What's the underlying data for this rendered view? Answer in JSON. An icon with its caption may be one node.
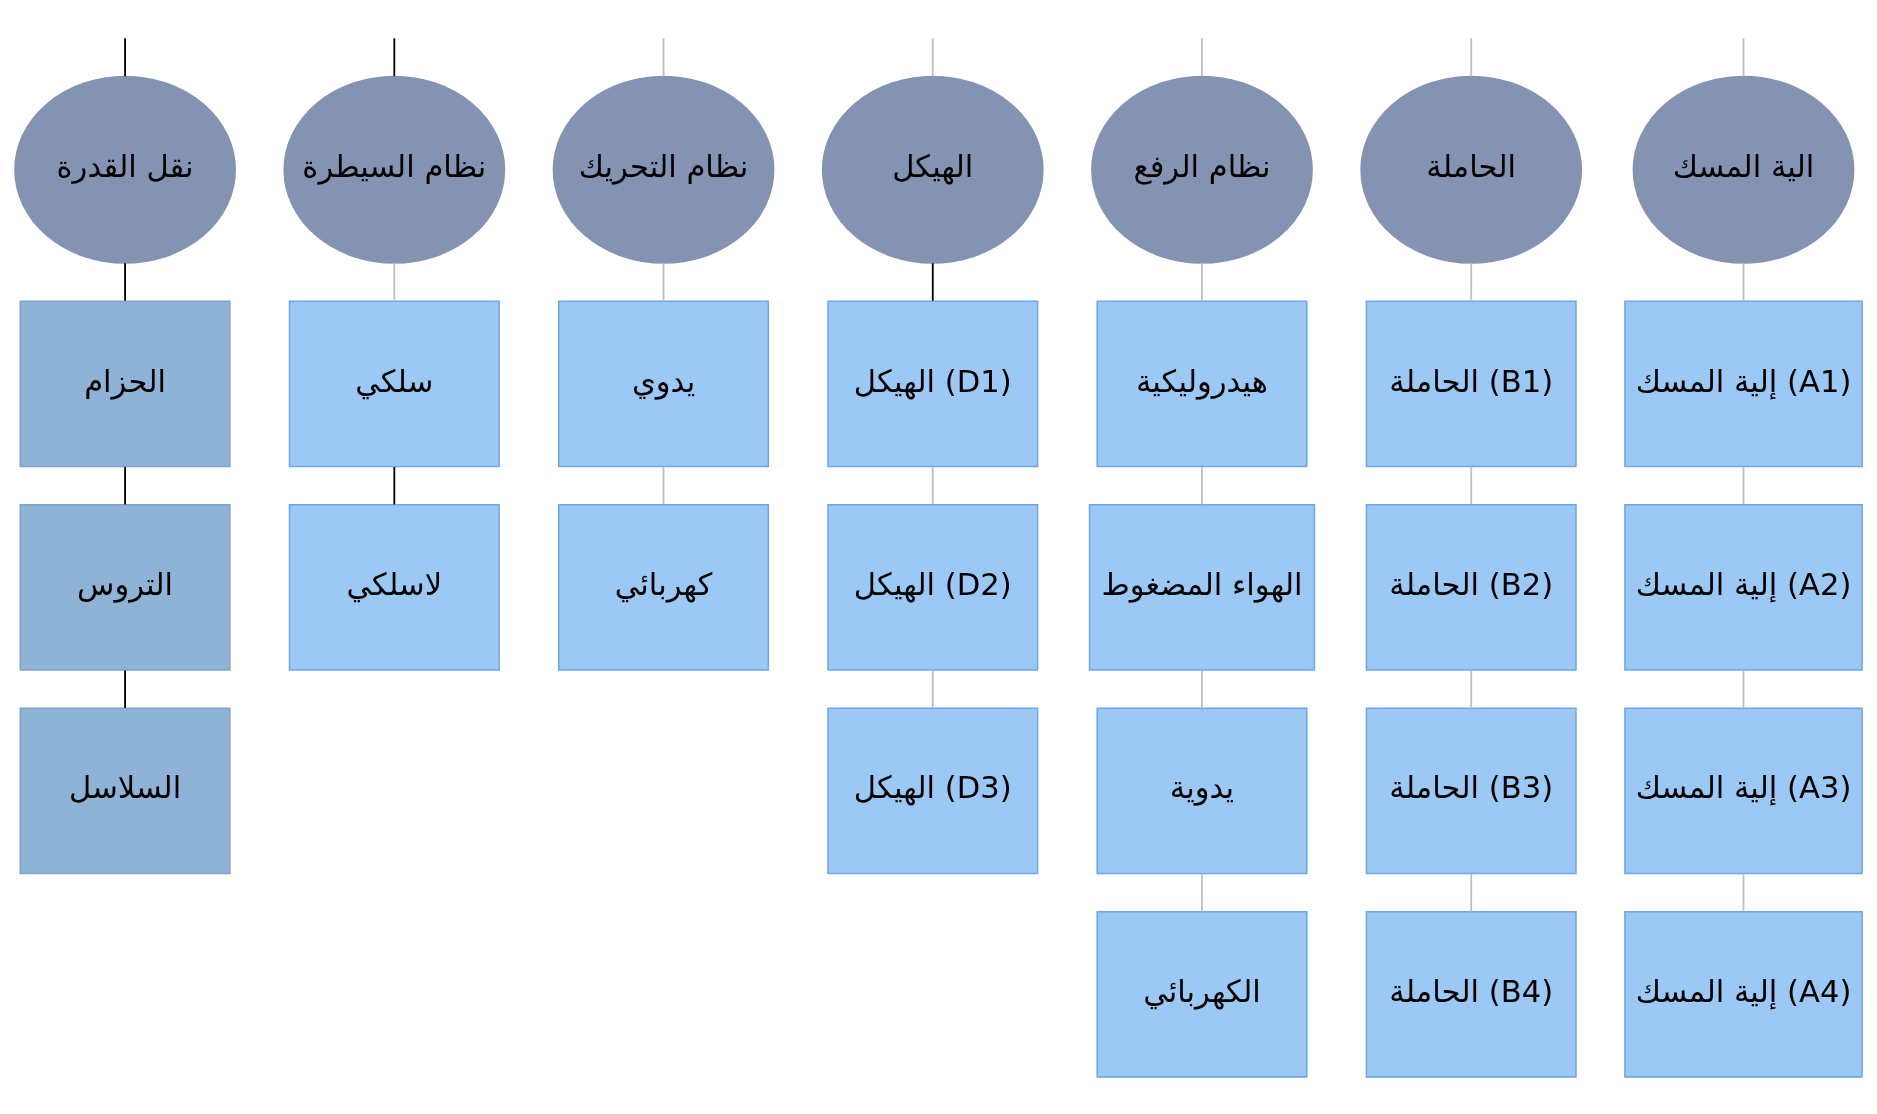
{
  "diagram": {
    "nodes": [
      {
        "text": [
          "نقل القدرة"
        ]
      },
      {
        "text": [
          "الحزام"
        ]
      },
      {
        "text": [
          "التروس"
        ]
      },
      {
        "text": [
          "السلاسل"
        ]
      },
      {
        "text": [
          "نظام السيطرة"
        ]
      },
      {
        "text": [
          "سلكي"
        ]
      },
      {
        "text": [
          "لاسلكي"
        ]
      },
      {
        "text": [
          "نظام التحريك"
        ]
      },
      {
        "text": [
          "يدوي"
        ]
      },
      {
        "text": [
          "كهربائي"
        ]
      },
      {
        "text": [
          "الهيكل"
        ]
      },
      {
        "text": [
          "الهيكل (D1)"
        ]
      },
      {
        "text": [
          "الهيكل (D2)"
        ]
      },
      {
        "text": [
          "الهيكل (D3)"
        ]
      },
      {
        "text": [
          "نظام الرفع"
        ]
      },
      {
        "text": [
          "هيدروليكية"
        ]
      },
      {
        "text": [
          "الهواء المضغوط"
        ]
      },
      {
        "text": [
          "يدوية"
        ]
      },
      {
        "text": [
          "الكهربائي"
        ]
      },
      {
        "text": [
          "الحاملة"
        ]
      },
      {
        "text": [
          "الحاملة (B1)"
        ]
      },
      {
        "text": [
          "الحاملة (B2)"
        ]
      },
      {
        "text": [
          "الحاملة (B3)"
        ]
      },
      {
        "text": [
          "الحاملة (B4)"
        ]
      },
      {
        "text": [
          "الية المسك"
        ]
      },
      {
        "text": [
          "إلية المسك (A1)"
        ]
      },
      {
        "text": [
          "إلية المسك (A2)"
        ]
      },
      {
        "text": [
          "إلية المسك (A3)"
        ]
      },
      {
        "text": [
          "إلية المسك (A4)"
        ]
      }
    ],
    "edges": [
      {
        "from": null,
        "to": 0,
        "arrow": "none",
        "color": "#000000"
      },
      {
        "from": null,
        "to": 4,
        "arrow": "none",
        "color": "#000000"
      },
      {
        "from": null,
        "to": 7,
        "arrow": "none"
      },
      {
        "from": null,
        "to": 10,
        "arrow": "none"
      },
      {
        "from": null,
        "to": 14,
        "arrow": "none"
      },
      {
        "from": null,
        "to": 19,
        "arrow": "none"
      },
      {
        "from": null,
        "to": 24,
        "arrow": "none"
      },
      {
        "from": 0,
        "to": 1,
        "arrow": "none",
        "color": "#000000"
      },
      {
        "from": 1,
        "to": 2,
        "arrow": "none",
        "color": "#000000"
      },
      {
        "from": 2,
        "to": 3,
        "arrow": "none",
        "color": "#000000"
      },
      {
        "from": 4,
        "to": 5,
        "arrow": "none"
      },
      {
        "from": 5,
        "to": 6,
        "arrow": "none",
        "color": "#000000"
      },
      {
        "from": 7,
        "to": 8,
        "arrow": "none"
      },
      {
        "from": 8,
        "to": 9,
        "arrow": "none"
      },
      {
        "from": 10,
        "to": 11,
        "arrow": "none",
        "color": "#000000"
      },
      {
        "from": 11,
        "to": 12,
        "arrow": "none"
      },
      {
        "from": 12,
        "to": 13,
        "arrow": "none"
      },
      {
        "from": 14,
        "to": 15,
        "arrow": "none"
      },
      {
        "from": 15,
        "to": 16,
        "arrow": "none"
      },
      {
        "from": 16,
        "to": 17,
        "arrow": "none"
      },
      {
        "from": 17,
        "to": 18,
        "arrow": "none"
      },
      {
        "from": 19,
        "to": 20,
        "arrow": "none"
      },
      {
        "from": 20,
        "to": 21,
        "arrow": "none"
      },
      {
        "from": 21,
        "to": 22,
        "arrow": "none"
      },
      {
        "from": 22,
        "to": 23,
        "arrow": "none"
      },
      {
        "from": 24,
        "to": 25,
        "arrow": "none"
      },
      {
        "from": 25,
        "to": 26,
        "arrow": "none"
      },
      {
        "from": 26,
        "to": 27,
        "arrow": "none"
      },
      {
        "from": 27,
        "to": 28,
        "arrow": "none"
      }
    ]
  }
}
